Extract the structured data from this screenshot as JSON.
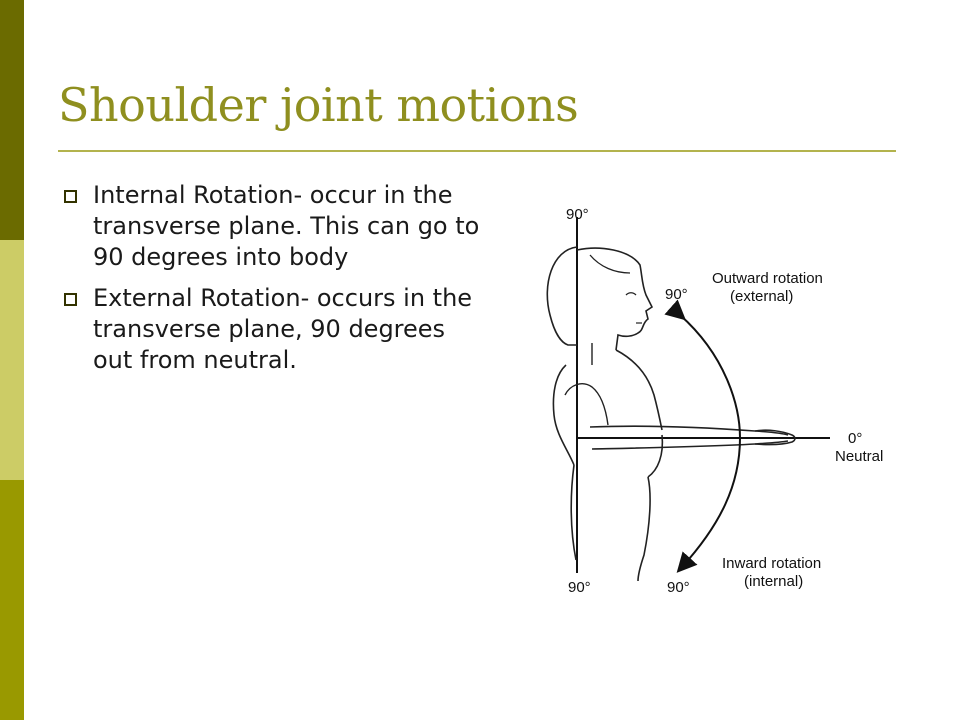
{
  "slide": {
    "title": "Shoulder joint motions",
    "bullets": [
      {
        "text": "Internal Rotation- occur in the transverse plane.  This can go to 90 degrees into body"
      },
      {
        "text": "External Rotation- occurs in the transverse plane, 90 degrees out from neutral."
      }
    ]
  },
  "diagram": {
    "label_top": "90°",
    "label_bottom": "90°",
    "label_outward_angle": "90°",
    "label_inward_angle": "90°",
    "outward_line1": "Outward rotation",
    "outward_line2": "(external)",
    "neutral_angle": "0°",
    "neutral_label": "Neutral",
    "inward_line1": "Inward rotation",
    "inward_line2": "(internal)"
  },
  "colors": {
    "title": "#8f8f1f",
    "rule": "#b3b34d",
    "sidebar_dark": "#6b6b00",
    "sidebar_light": "#cccc66",
    "sidebar_mid": "#999900"
  }
}
